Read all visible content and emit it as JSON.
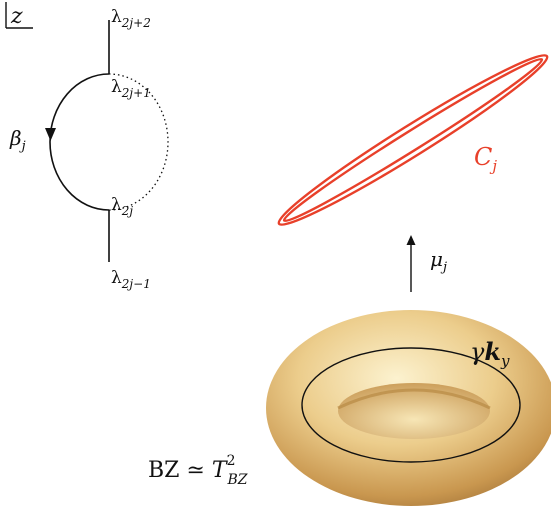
{
  "plane_label": "z",
  "branch_points": {
    "top_outer": {
      "base": "λ",
      "sub": "2j+2"
    },
    "top_inner": {
      "base": "λ",
      "sub": "2j+1"
    },
    "bottom_inner": {
      "base": "λ",
      "sub": "2j"
    },
    "bottom_outer": {
      "base": "λ",
      "sub": "2j−1"
    }
  },
  "cycle_label": {
    "base": "β",
    "sub": "j"
  },
  "curve_label": {
    "base": "C",
    "sub": "j"
  },
  "map_label": {
    "base": "μ",
    "sub": "j"
  },
  "torus_cycle_label": {
    "gamma": "γ",
    "k": "k",
    "sub": "y"
  },
  "bz_label": {
    "left": "BZ ≃ ",
    "T": "T",
    "sup": "2",
    "sub": "BZ"
  },
  "colors": {
    "curve": "#e8402a",
    "ink": "#111111",
    "torus_light": "#fbefc4",
    "torus_mid": "#e6c07a",
    "torus_dark": "#a9793a"
  }
}
